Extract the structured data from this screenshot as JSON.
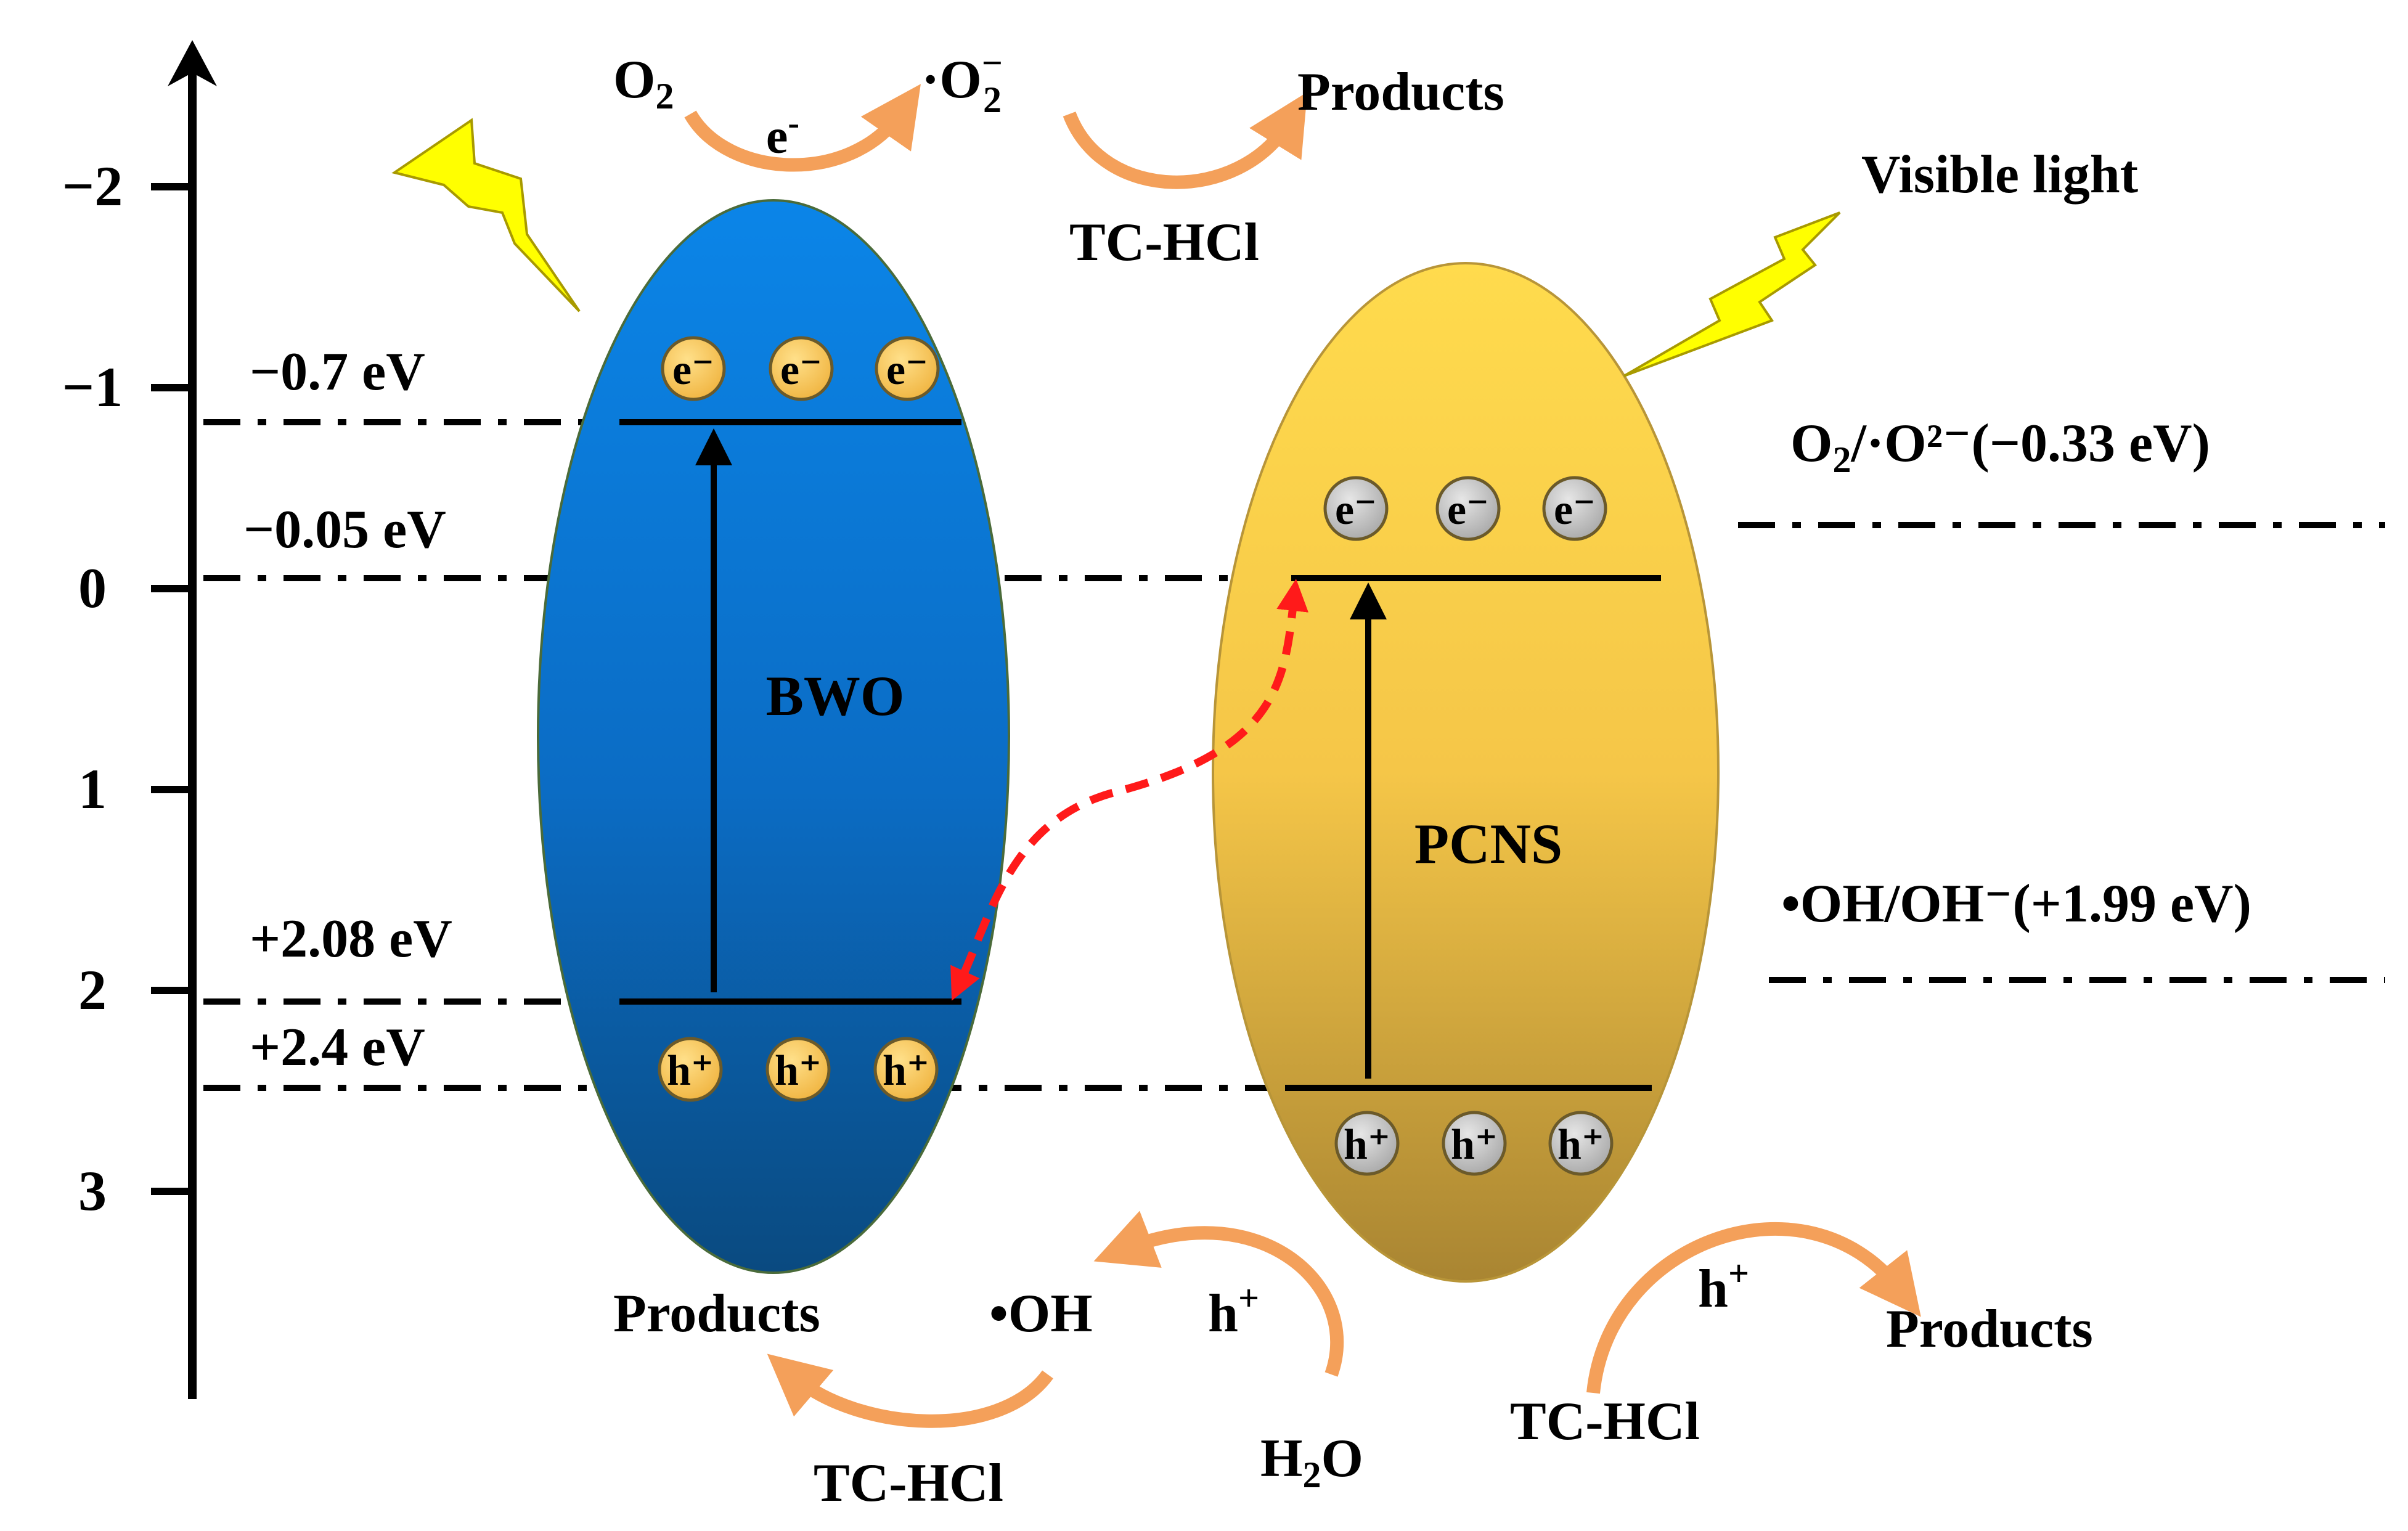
{
  "axis": {
    "ticks": [
      "−2",
      "−1",
      "0",
      "1",
      "2",
      "3"
    ]
  },
  "bwo": {
    "label": "BWO",
    "cb_label": "−0.7 eV",
    "cb_alt_label": "−0.05 eV",
    "vb_label": "+2.08 eV",
    "vb_alt_label": "+2.4 eV",
    "electron": "e⁻",
    "hole": "h⁺",
    "color_top": "#0b80e3",
    "color_bottom": "#0a4d86"
  },
  "pcns": {
    "label": "PCNS",
    "electron": "e⁻",
    "hole": "h⁺",
    "color_top": "#ffd84a",
    "color_bottom": "#b08a2e"
  },
  "light_label": "Visible light",
  "potentials": {
    "o2": {
      "main": "O",
      "sub": "2",
      "rest": "/·O²⁻(−0.33 eV)"
    },
    "oh": {
      "text": "•OH/OH⁻(+1.99 eV)"
    }
  },
  "reactions": {
    "o2_main": "O",
    "o2_sub": "2",
    "e_main": "e",
    "e_sup": "-",
    "superoxide_main": "·O",
    "superoxide_sup": "−",
    "superoxide_sub": "2",
    "products_top": "Products",
    "tc_top": "TC-HCl",
    "products_bottom_left": "Products",
    "oh_radical": "•OH",
    "h_left_main": "h",
    "h_left_sup": "+",
    "tc_bottom_left": "TC-HCl",
    "h2o_main": "H",
    "h2o_sub": "2",
    "h2o_rest": "O",
    "h_right_main": "h",
    "h_right_sup": "+",
    "products_bottom_right": "Products",
    "tc_bottom_right": "TC-HCl"
  },
  "colors": {
    "arrow_orange": "#f4a05a",
    "transfer_red": "#ff1a1a",
    "lightning": "#ffff00",
    "electron_bwo": "#f8c657",
    "carrier_pcns": "#c8c8c8"
  }
}
